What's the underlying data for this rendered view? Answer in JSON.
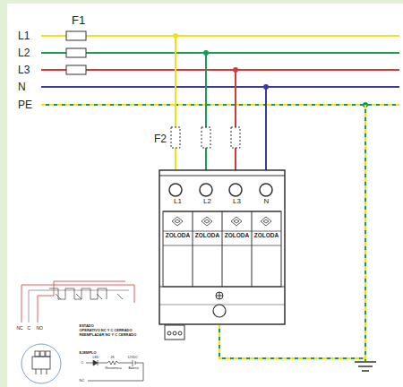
{
  "diagram": {
    "nodes": [
      {
        "text": [
          "L1",
          "ZOLODA"
        ]
      },
      {
        "text": [
          "L2",
          "ZOLODA"
        ]
      },
      {
        "text": [
          "L3",
          "ZOLODA"
        ]
      },
      {
        "text": [
          "N",
          "ZOLODA"
        ]
      }
    ],
    "labels": [
      "F1",
      "L1",
      "L2",
      "L3",
      "N",
      "PE",
      "F2",
      "NC",
      "C",
      "NO",
      "ESTADO",
      "OPERATIVO NC Y C CERRADO",
      "REEMPLAZAR NO Y C CERRADO",
      "EJEMPLO",
      "C",
      "LED",
      "2K",
      "Resistencia",
      "12VDC",
      "Bateria",
      "NC"
    ]
  }
}
